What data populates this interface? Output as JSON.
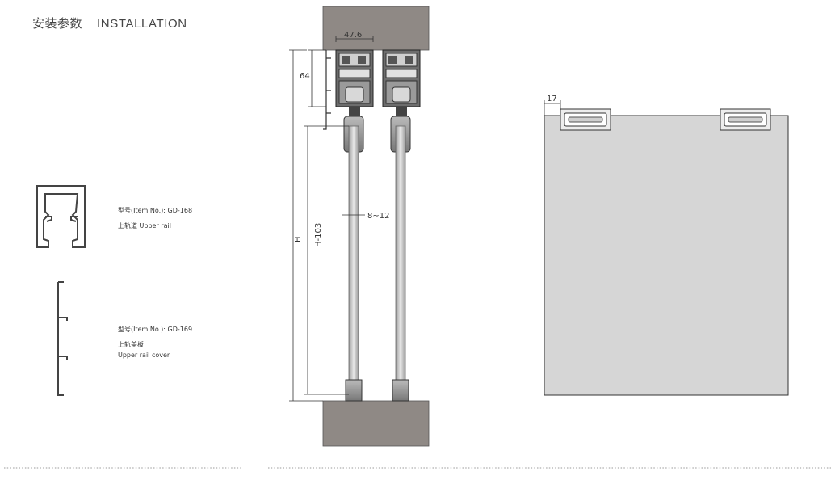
{
  "header": {
    "title_cn": "安装参数",
    "title_en": "INSTALLATION"
  },
  "items": [
    {
      "number": "型号(Item No.): GD-168",
      "name": "上轨道 Upper rail"
    },
    {
      "number": "型号(Item No.): GD-169",
      "name_cn": "上轨盖板",
      "name_en": "Upper rail cover"
    }
  ],
  "dimensions": {
    "width": "47.6",
    "height": "64",
    "glass": "8~12",
    "total": "H",
    "door": "H-103",
    "offset": "17"
  },
  "colors": {
    "concrete": "#8f8985",
    "panel": "#d6d6d6",
    "line": "#333333"
  }
}
